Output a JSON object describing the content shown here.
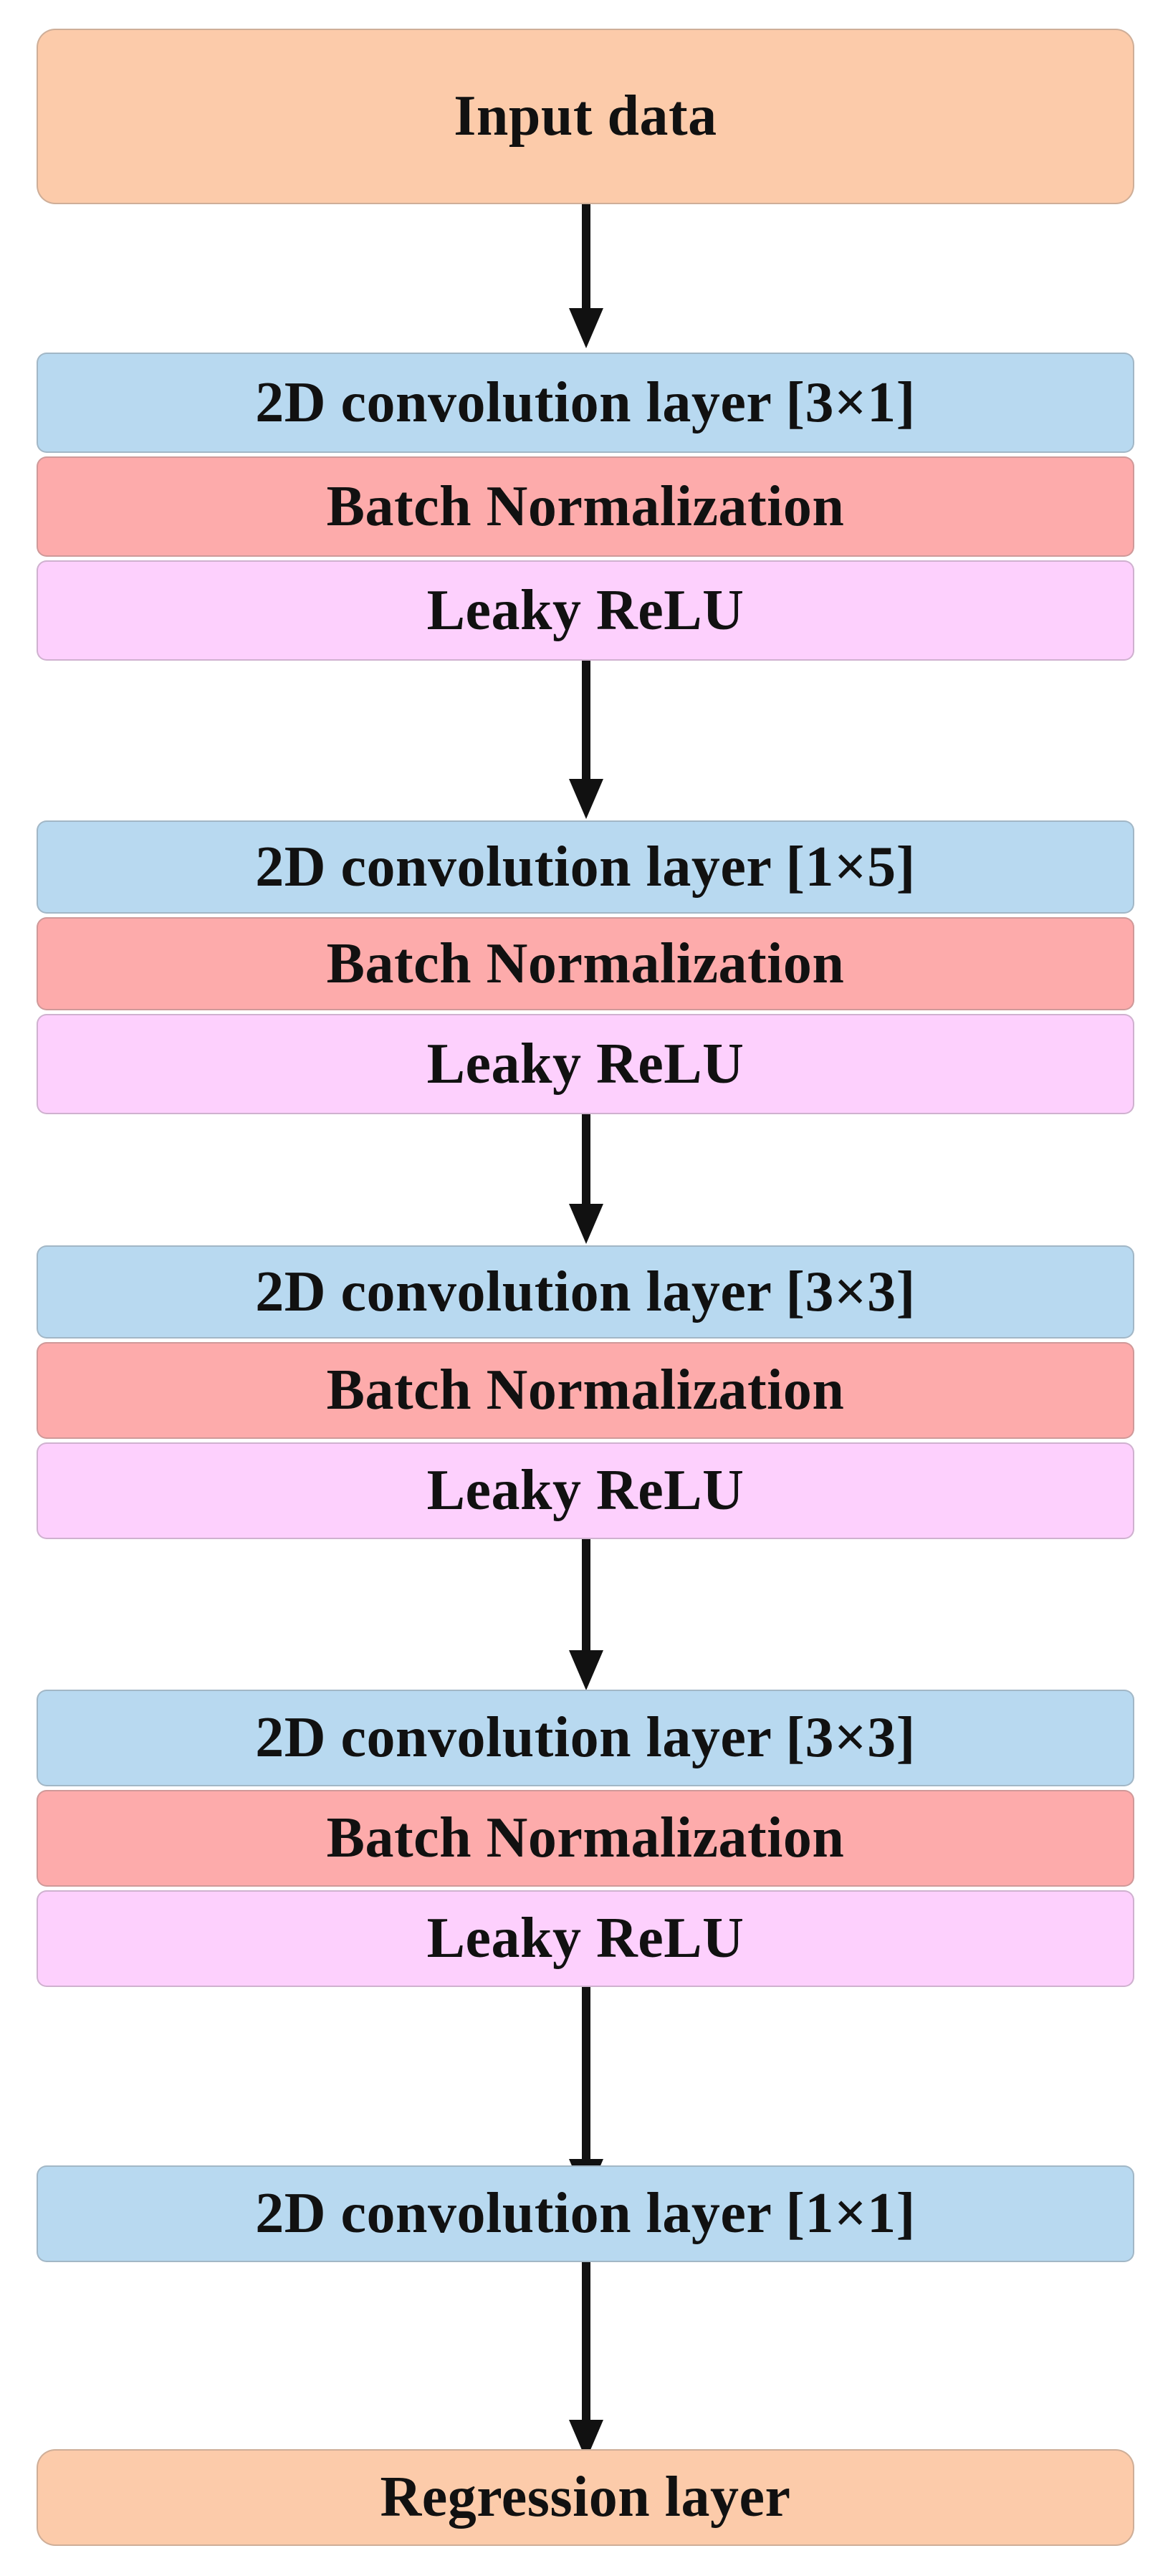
{
  "colors": {
    "io": "#fccbaa",
    "conv": "#b8d9f0",
    "bn": "#fdabab",
    "relu": "#fdd0fd",
    "arrow": "#111111"
  },
  "diagram": {
    "input": "Input data",
    "blocks": [
      {
        "conv": "2D convolution layer [3×1]",
        "bn": "Batch Normalization",
        "relu": "Leaky ReLU"
      },
      {
        "conv": "2D convolution layer [1×5]",
        "bn": "Batch Normalization",
        "relu": "Leaky ReLU"
      },
      {
        "conv": "2D convolution layer [3×3]",
        "bn": "Batch Normalization",
        "relu": "Leaky ReLU"
      },
      {
        "conv": "2D convolution layer [3×3]",
        "bn": "Batch Normalization",
        "relu": "Leaky ReLU"
      }
    ],
    "final_conv": "2D convolution layer [1×1]",
    "output": "Regression layer"
  }
}
